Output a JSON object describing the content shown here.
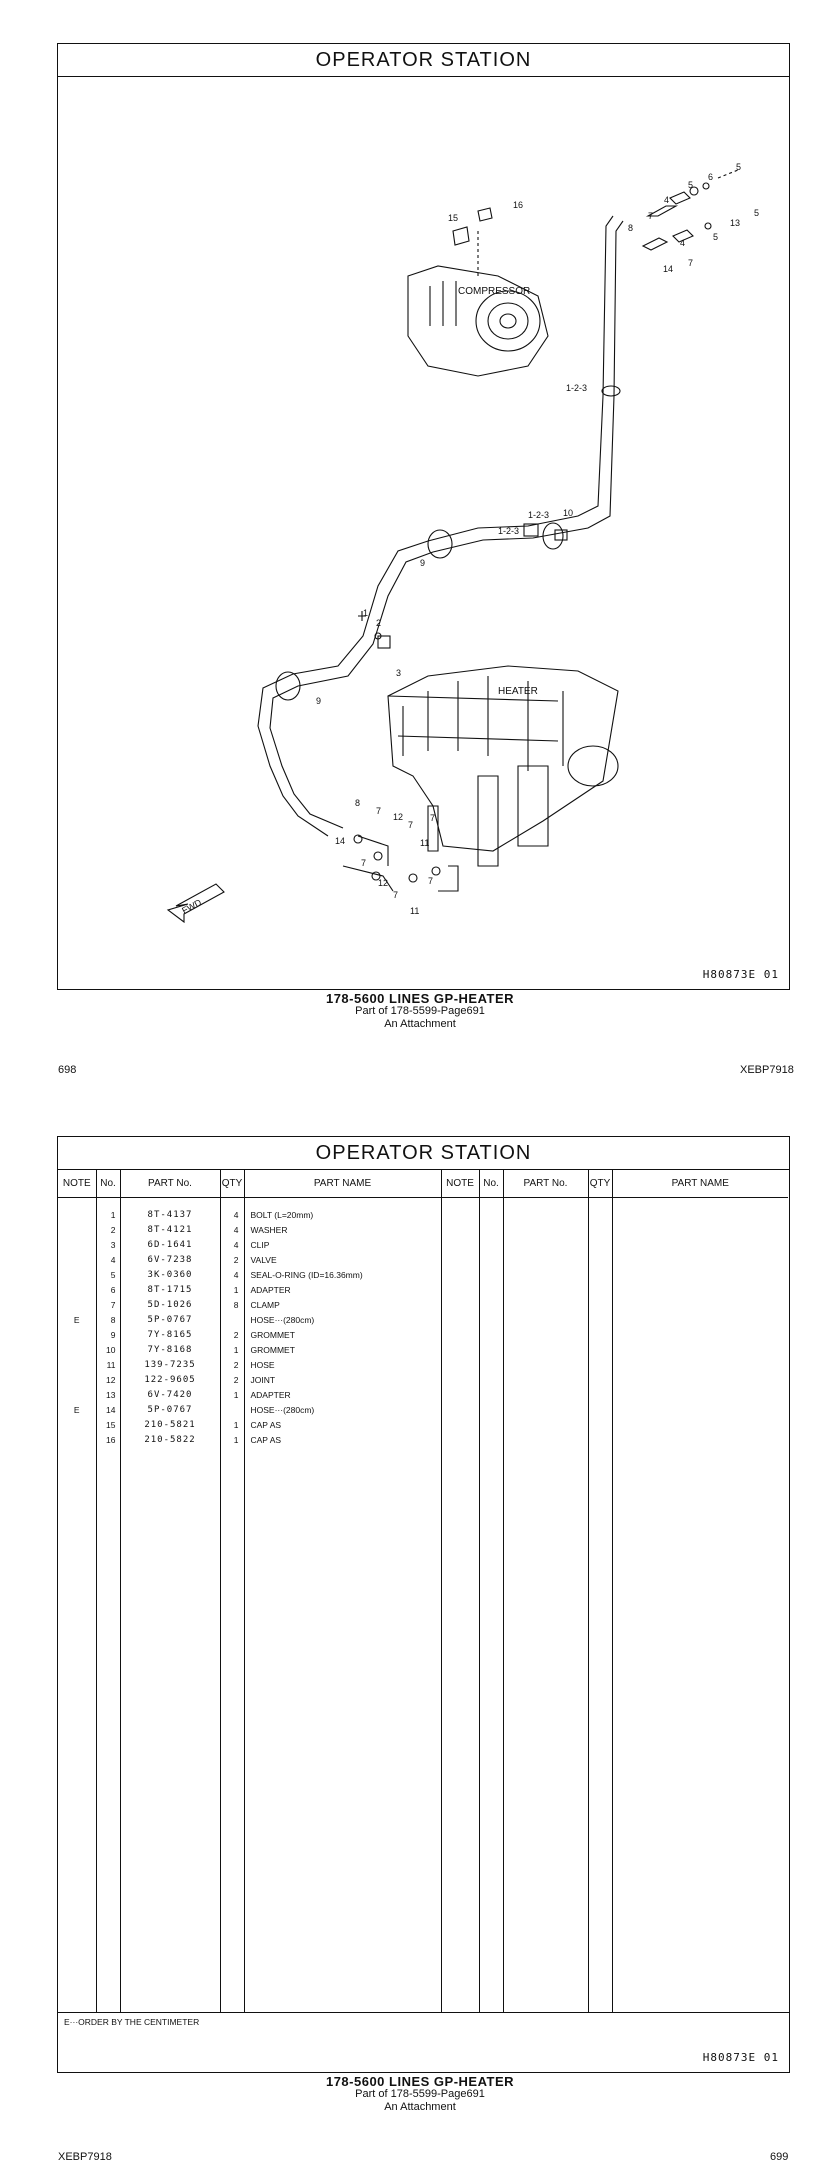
{
  "top": {
    "title": "OPERATOR  STATION",
    "labels": {
      "compressor": "COMPRESSOR",
      "heater": "HEATER",
      "fwd": "FWD"
    },
    "callouts": [
      "1",
      "2",
      "3",
      "4",
      "5",
      "6",
      "7",
      "8",
      "9",
      "10",
      "11",
      "12",
      "13",
      "14",
      "15",
      "16",
      "1-2-3"
    ],
    "ref": "H80873E   01",
    "caption_main": "178-5600  LINES GP-HEATER",
    "caption_sub1": "Part of 178-5599-Page691",
    "caption_sub2": "An Attachment",
    "page_left": "698",
    "page_right": "XEBP7918"
  },
  "bottom": {
    "title": "OPERATOR  STATION",
    "headers": {
      "note": "NOTE",
      "no": "No.",
      "part_no": "PART No.",
      "qty": "QTY",
      "part_name": "PART NAME"
    },
    "rows": [
      {
        "note": "",
        "no": "1",
        "part": "8T-4137",
        "qty": "4",
        "name": "BOLT (L=20mm)"
      },
      {
        "note": "",
        "no": "2",
        "part": "8T-4121",
        "qty": "4",
        "name": "WASHER"
      },
      {
        "note": "",
        "no": "3",
        "part": "6D-1641",
        "qty": "4",
        "name": "CLIP"
      },
      {
        "note": "",
        "no": "4",
        "part": "6V-7238",
        "qty": "2",
        "name": "VALVE"
      },
      {
        "note": "",
        "no": "5",
        "part": "3K-0360",
        "qty": "4",
        "name": "SEAL-O-RING (ID=16.36mm)"
      },
      {
        "note": "",
        "no": "6",
        "part": "8T-1715",
        "qty": "1",
        "name": "ADAPTER"
      },
      {
        "note": "",
        "no": "7",
        "part": "5D-1026",
        "qty": "8",
        "name": "CLAMP"
      },
      {
        "note": "E",
        "no": "8",
        "part": "5P-0767",
        "qty": "",
        "name": "HOSE···(280cm)"
      },
      {
        "note": "",
        "no": "9",
        "part": "7Y-8165",
        "qty": "2",
        "name": "GROMMET"
      },
      {
        "note": "",
        "no": "10",
        "part": "7Y-8168",
        "qty": "1",
        "name": "GROMMET"
      },
      {
        "note": "",
        "no": "11",
        "part": "139-7235",
        "qty": "2",
        "name": "HOSE"
      },
      {
        "note": "",
        "no": "12",
        "part": "122-9605",
        "qty": "2",
        "name": "JOINT"
      },
      {
        "note": "",
        "no": "13",
        "part": "6V-7420",
        "qty": "1",
        "name": "ADAPTER"
      },
      {
        "note": "E",
        "no": "14",
        "part": "5P-0767",
        "qty": "",
        "name": "HOSE···(280cm)"
      },
      {
        "note": "",
        "no": "15",
        "part": "210-5821",
        "qty": "1",
        "name": "CAP AS"
      },
      {
        "note": "",
        "no": "16",
        "part": "210-5822",
        "qty": "1",
        "name": "CAP AS"
      }
    ],
    "footnote": "E···ORDER BY THE CENTIMETER",
    "ref": "H80873E   01",
    "caption_main": "178-5600  LINES GP-HEATER",
    "caption_sub1": "Part of 178-5599-Page691",
    "caption_sub2": "An Attachment",
    "page_left": "XEBP7918",
    "page_right": "699"
  }
}
